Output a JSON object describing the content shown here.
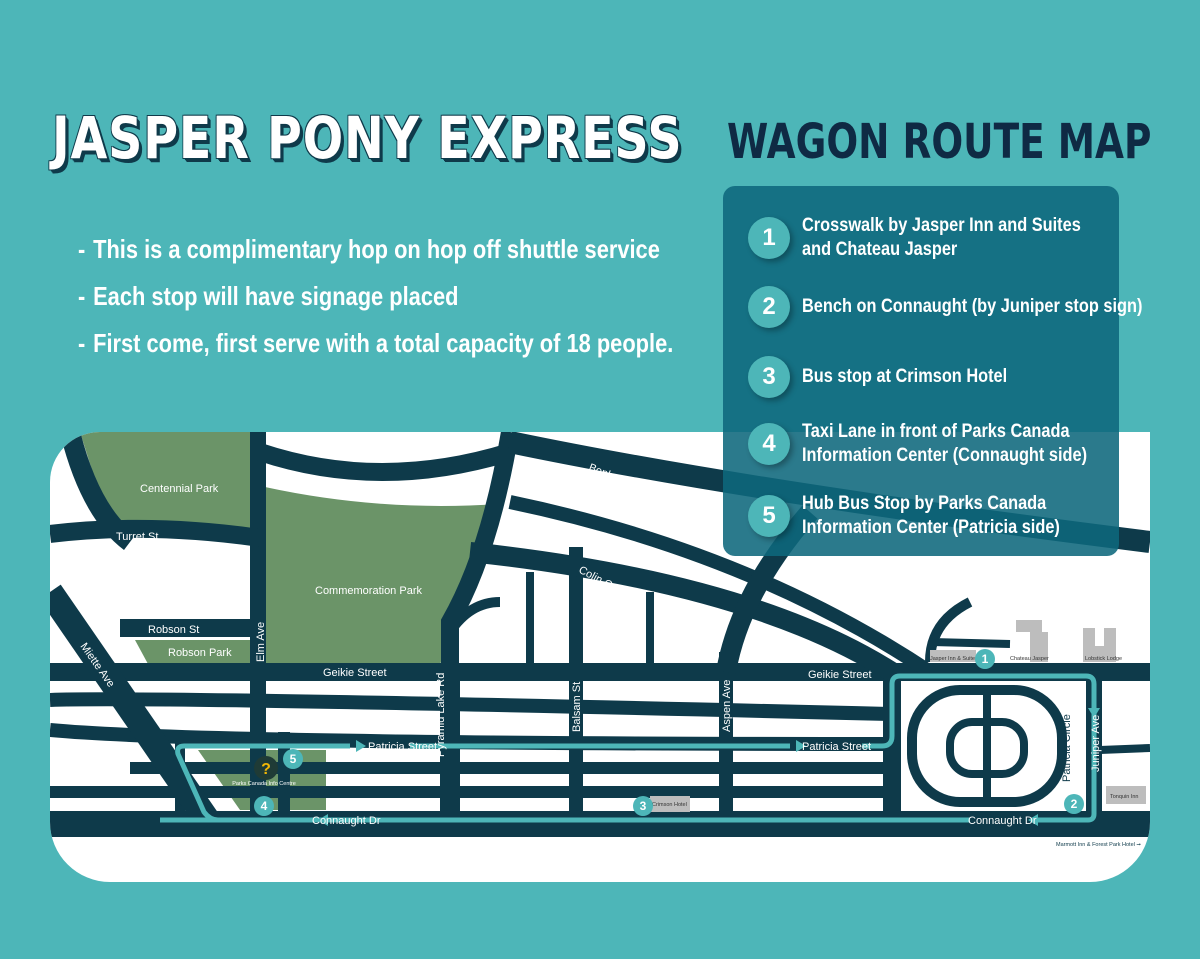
{
  "header": {
    "title": "JASPER PONY EXPRESS",
    "subtitle": "WAGON ROUTE MAP"
  },
  "info": {
    "bullets": [
      "This is a complimentary hop on hop off shuttle service",
      "Each stop will have signage placed",
      "First come, first serve with a total capacity of 18 people."
    ]
  },
  "legend": {
    "stops": [
      {
        "number": "1",
        "line1": "Crosswalk by Jasper Inn and Suites",
        "line2": "and Chateau Jasper"
      },
      {
        "number": "2",
        "line1": "Bench on Connaught (by Juniper stop sign)",
        "line2": ""
      },
      {
        "number": "3",
        "line1": "Bus stop at Crimson Hotel",
        "line2": ""
      },
      {
        "number": "4",
        "line1": "Taxi Lane in front of Parks Canada",
        "line2": "Information Center (Connaught side)"
      },
      {
        "number": "5",
        "line1": "Hub Bus Stop by Parks Canada",
        "line2": "Information Center (Patricia side)"
      }
    ]
  },
  "map": {
    "parks": {
      "centennial": "Centennial Park",
      "commemoration": "Commemoration Park",
      "robson": "Robson Park"
    },
    "streets": {
      "turret": "Turret St",
      "robson": "Robson St",
      "elm": "Elm Ave",
      "miette": "Miette Ave",
      "geikie_west": "Geikie Street",
      "geikie_east": "Geikie Street",
      "pyramid": "Pyramid Lake Rd",
      "balsam": "Balsam St",
      "aspen": "Aspen Ave",
      "patricia_west": "Patricia Street",
      "patricia_east": "Patricia Street",
      "connaught_west": "Connaught Dr",
      "connaught_east": "Connaught Dr",
      "bonhomme": "Bonhomme St",
      "colin": "Colin Crescent",
      "juniper": "Juniper Ave",
      "patricia_circle": "Patricia Circle",
      "pyramid_lake_partial": "Lake Rd"
    },
    "buildings": {
      "jasper_inn": "Jasper Inn & Suites",
      "chateau": "Chateau Jasper",
      "lobstick": "Lobstick Lodge",
      "tonquin": "Tonquin Inn",
      "crimson": "Crimson Hotel",
      "info_centre": "Parks Canada Info Centre",
      "marmott_note": "Marmott Inn & Forest Park Hotel ➞"
    },
    "markers": {
      "stop1": "1",
      "stop2": "2",
      "stop3": "3",
      "stop4": "4",
      "stop5": "5",
      "info_icon": "?"
    },
    "colors": {
      "background": "#4db6b8",
      "road": "#0e3a4a",
      "park": "#6b9468",
      "route": "#4db6b8",
      "building": "#bdbdbd",
      "info_icon": "#f2b705"
    }
  }
}
